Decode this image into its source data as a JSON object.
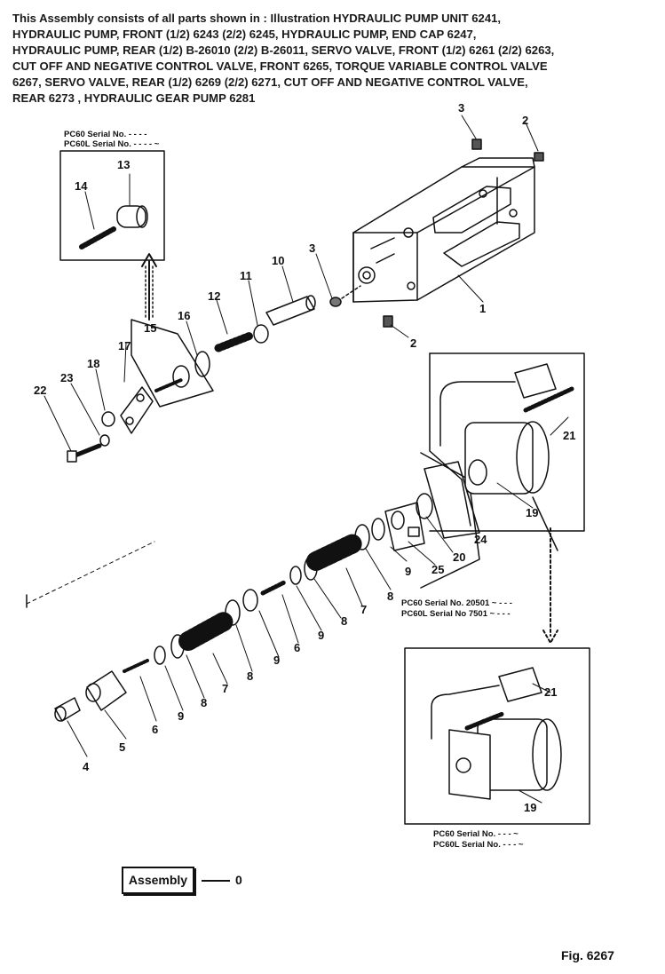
{
  "header": {
    "lines": [
      "This Assembly consists of all parts shown in : Illustration HYDRAULIC PUMP UNIT 6241,",
      "HYDRAULIC PUMP, FRONT (1/2) 6243  (2/2) 6245, HYDRAULIC PUMP, END CAP 6247,",
      "HYDRAULIC PUMP, REAR (1/2) B-26010 (2/2) B-26011, SERVO VALVE, FRONT (1/2) 6261 (2/2) 6263,",
      "CUT OFF AND NEGATIVE CONTROL VALVE, FRONT 6265, TORQUE VARIABLE CONTROL VALVE",
      "6267, SERVO VALVE, REAR (1/2) 6269 (2/2) 6271, CUT OFF AND  NEGATIVE CONTROL VALVE,",
      "REAR 6273 , HYDRAULIC GEAR PUMP 6281"
    ]
  },
  "inset_top": {
    "serial_1": "PC60   Serial No. - - - -",
    "serial_2": "PC60L  Serial No. - - - - ~"
  },
  "inset_right": {
    "serial_1": "PC60   Serial No. 20501 ~ - - -",
    "serial_2": "PC60L  Serial No  7501 ~ - - -"
  },
  "inset_bottom": {
    "serial_1": "PC60    Serial No. - - - ~",
    "serial_2": "PC60L   Serial No. - - - ~"
  },
  "callouts": {
    "c1": "1",
    "c2a": "2",
    "c2b": "2",
    "c3a": "3",
    "c3b": "3",
    "c4": "4",
    "c5": "5",
    "c6a": "6",
    "c6b": "6",
    "c7a": "7",
    "c7b": "7",
    "c8a": "8",
    "c8b": "8",
    "c8c": "8",
    "c8d": "8",
    "c9a": "9",
    "c9b": "9",
    "c9c": "9",
    "c9d": "9",
    "c10": "10",
    "c11": "11",
    "c12": "12",
    "c13": "13",
    "c14": "14",
    "c15": "15",
    "c16": "16",
    "c17": "17",
    "c18": "18",
    "c19a": "19",
    "c19b": "19",
    "c20": "20",
    "c21a": "21",
    "c21b": "21",
    "c22": "22",
    "c23": "23",
    "c24": "24",
    "c25": "25"
  },
  "assembly": {
    "label": "Assembly",
    "number": "0"
  },
  "figure": {
    "label": "Fig. 6267"
  }
}
